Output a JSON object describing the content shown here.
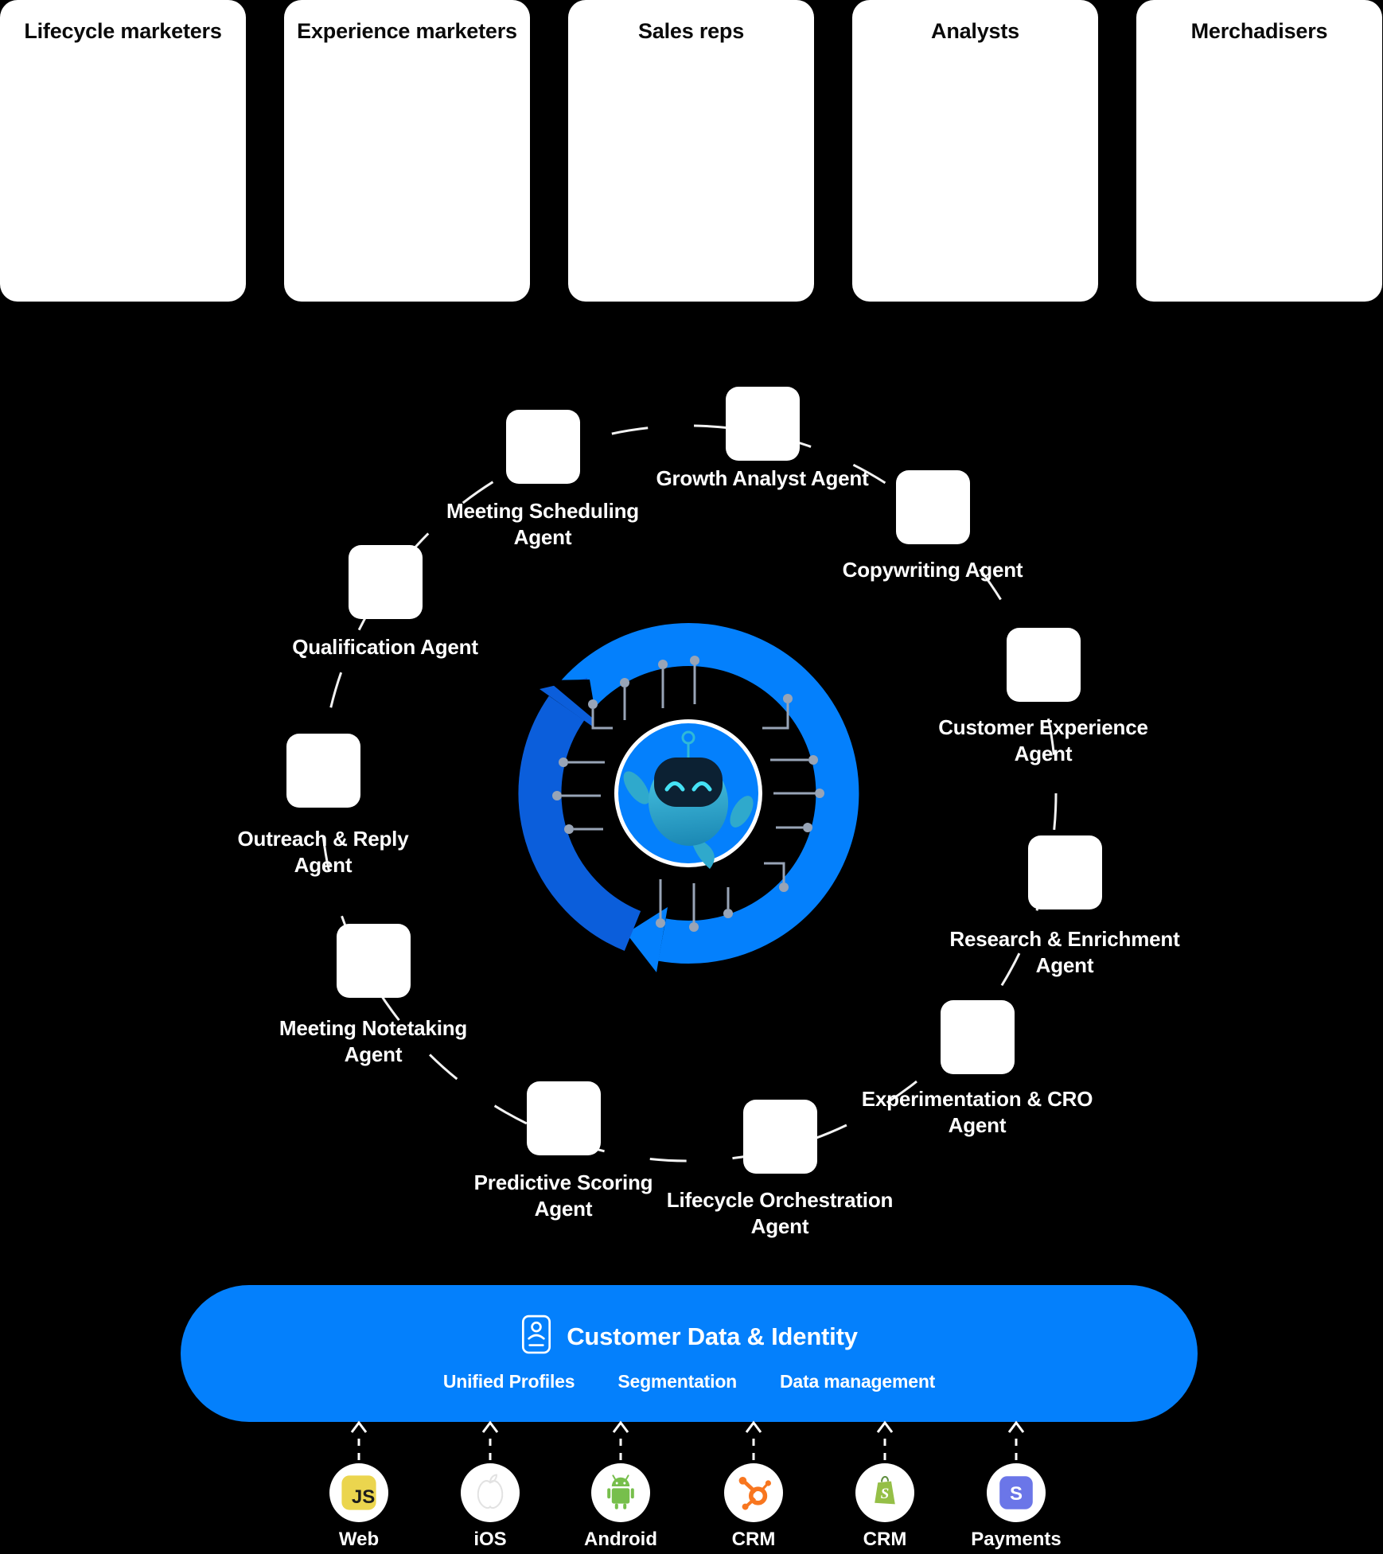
{
  "personas": [
    {
      "label": "Lifecycle marketers"
    },
    {
      "label": "Experience marketers"
    },
    {
      "label": "Sales reps"
    },
    {
      "label": "Analysts"
    },
    {
      "label": "Merchadisers"
    }
  ],
  "agents": [
    {
      "lines": [
        "Growth Analyst Agent"
      ]
    },
    {
      "lines": [
        "Copywriting Agent"
      ]
    },
    {
      "lines": [
        "Customer Experience",
        "Agent"
      ]
    },
    {
      "lines": [
        "Research & Enrichment",
        "Agent"
      ]
    },
    {
      "lines": [
        "Experimentation & CRO",
        "Agent"
      ]
    },
    {
      "lines": [
        "Lifecycle Orchestration",
        "Agent"
      ]
    },
    {
      "lines": [
        "Predictive Scoring",
        "Agent"
      ]
    },
    {
      "lines": [
        "Meeting Notetaking",
        "Agent"
      ]
    },
    {
      "lines": [
        "Outreach & Reply",
        "Agent"
      ]
    },
    {
      "lines": [
        "Qualification Agent"
      ]
    },
    {
      "lines": [
        "Meeting Scheduling",
        "Agent"
      ]
    }
  ],
  "center": {
    "icon": "ai-robot-mascot",
    "motif": "cycle-arrows"
  },
  "platform": {
    "icon": "contact-card-icon",
    "title": "Customer Data & Identity",
    "features": [
      "Unified Profiles",
      "Segmentation",
      "Data management"
    ]
  },
  "sources": [
    {
      "icon": "javascript-icon",
      "label": "Web"
    },
    {
      "icon": "apple-icon",
      "label": "iOS"
    },
    {
      "icon": "android-icon",
      "label": "Android"
    },
    {
      "icon": "hubspot-icon",
      "label": "CRM"
    },
    {
      "icon": "shopify-icon",
      "label": "CRM"
    },
    {
      "icon": "stripe-icon",
      "label": "Payments"
    }
  ],
  "colors": {
    "background": "#000000",
    "card": "#ffffff",
    "arc_bright": "#0480FC",
    "arc_dark": "#0B5EDB",
    "platform_blue": "#0480FC",
    "circuit_gray": "#98A4B6"
  }
}
